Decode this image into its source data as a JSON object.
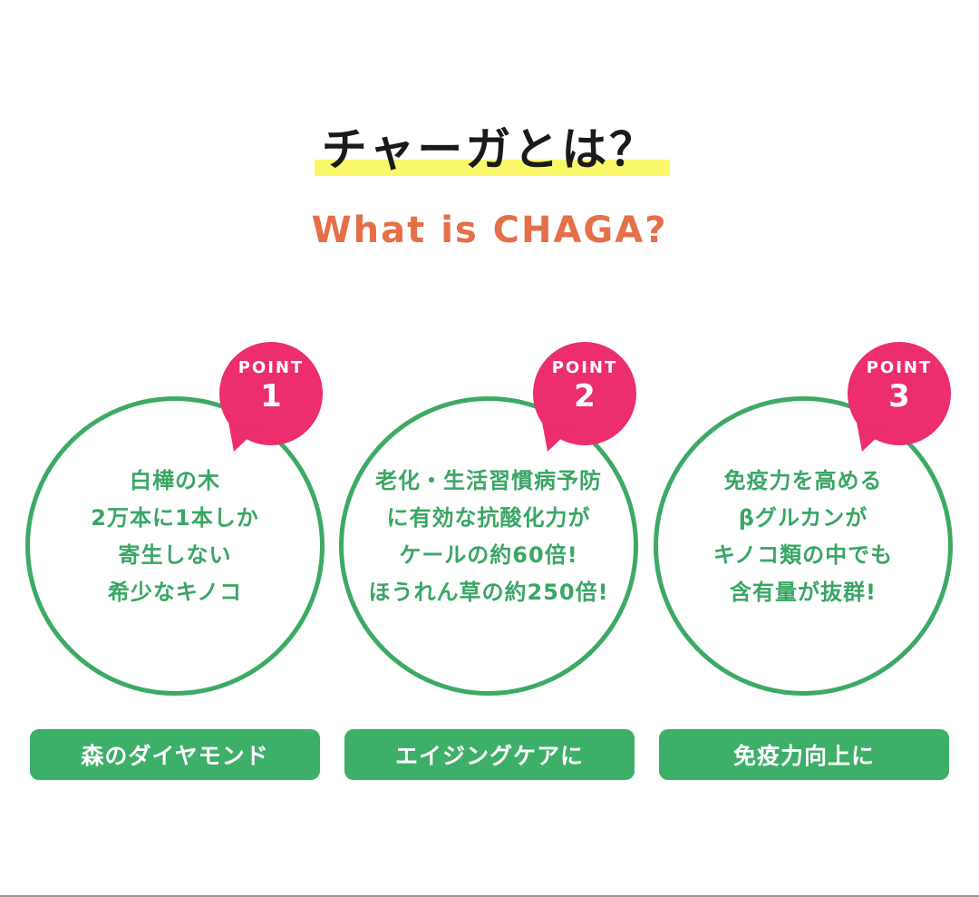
{
  "header": {
    "title": "チャーガとは？",
    "subtitle": "What is CHAGA?"
  },
  "points": [
    {
      "badge_label": "POINT",
      "badge_number": "1",
      "lines": [
        "白樺の木",
        "2万本に1本しか",
        "寄生しない",
        "希少なキノコ"
      ],
      "tag": "森のダイヤモンド"
    },
    {
      "badge_label": "POINT",
      "badge_number": "2",
      "lines": [
        "老化・生活習慣病予防",
        "に有効な抗酸化力が",
        "ケールの約60倍!",
        "ほうれん草の約250倍!"
      ],
      "tag": "エイジングケアに"
    },
    {
      "badge_label": "POINT",
      "badge_number": "3",
      "lines": [
        "免疫力を高める",
        "βグルカンが",
        "キノコ類の中でも",
        "含有量が抜群!"
      ],
      "tag": "免疫力向上に"
    }
  ],
  "colors": {
    "highlight": "#f8f86a",
    "subtitle": "#e56f48",
    "circle_border": "#3daa64",
    "badge": "#ec2d6e",
    "tag_bg": "#3daf69"
  }
}
